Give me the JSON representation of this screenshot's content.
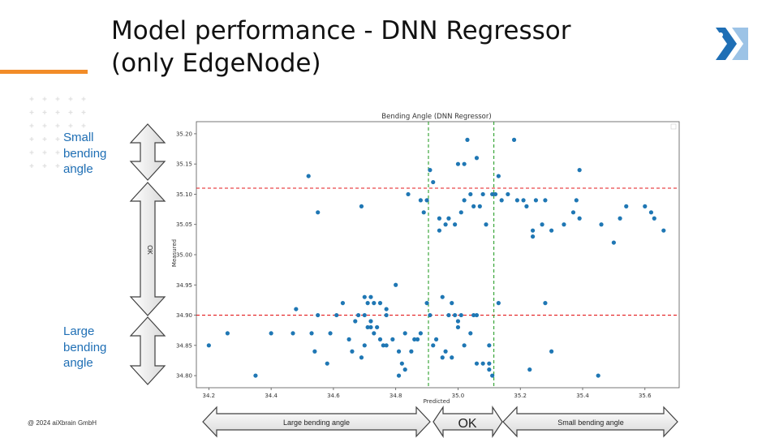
{
  "slide": {
    "title_line1": "Model performance - DNN Regressor",
    "title_line2": "(only EdgeNode)",
    "footer": "@ 2024 aiXbrain GmbH",
    "accent_color": "#f28c28",
    "label_color": "#1f6fb5",
    "logo_icon": "aixbrain-x-logo"
  },
  "side_labels": {
    "small": [
      "Small",
      "bending",
      "angle"
    ],
    "large": [
      "Large",
      "bending",
      "angle"
    ]
  },
  "vertical_arrows": {
    "ok_label": "OK"
  },
  "bottom_arrows": {
    "left_label": "Large bending angle",
    "middle_label": "OK",
    "right_label": "Small bending angle"
  },
  "chart_data": {
    "type": "scatter",
    "title": "Bending Angle (DNN Regressor)",
    "xlabel": "Predicted",
    "ylabel": "Measured",
    "xlim": [
      34.16,
      35.71
    ],
    "ylim": [
      34.78,
      35.22
    ],
    "xticks": [
      "34.2",
      "34.4",
      "34.6",
      "34.8",
      "35.0",
      "35.2",
      "35.4",
      "35.6"
    ],
    "yticks": [
      "35.20",
      "35.15",
      "35.10",
      "35.05",
      "35.00",
      "34.95",
      "34.90",
      "34.85",
      "34.80"
    ],
    "grid": false,
    "point_color": "#1f77b4",
    "threshold_color": "#e31a1c",
    "boundary_color": "#2ca02c",
    "hlines": [
      35.11,
      34.9
    ],
    "vlines": [
      34.905,
      35.115
    ],
    "series": [
      {
        "x": [
          34.2,
          34.26,
          34.35,
          34.4,
          34.47,
          34.48,
          34.52,
          34.53,
          34.54,
          34.55,
          34.55,
          34.58,
          34.59,
          34.61,
          34.63,
          34.65,
          34.66,
          34.67,
          34.68,
          34.69,
          34.7,
          34.7,
          34.7,
          34.71,
          34.71,
          34.72,
          34.72,
          34.73,
          34.73,
          34.74,
          34.75,
          34.75,
          34.76,
          34.77,
          34.77,
          34.79,
          34.8,
          34.81,
          34.81,
          34.82,
          34.83,
          34.83,
          34.84,
          34.85,
          34.86,
          34.87,
          34.88,
          34.88,
          34.89,
          34.9,
          34.9,
          34.91,
          34.91,
          34.92,
          34.92,
          34.93,
          34.94,
          34.94,
          34.95,
          34.95,
          34.96,
          34.96,
          34.97,
          34.97,
          34.98,
          34.98,
          34.99,
          34.99,
          35.0,
          35.0,
          35.01,
          35.01,
          35.02,
          35.02,
          35.02,
          35.03,
          35.04,
          35.05,
          35.05,
          35.06,
          35.06,
          35.07,
          35.08,
          35.08,
          35.09,
          35.1,
          35.1,
          35.11,
          35.11,
          35.13,
          35.13,
          35.14,
          35.16,
          35.18,
          35.19,
          35.21,
          35.22,
          35.23,
          35.24,
          35.24,
          35.25,
          35.27,
          35.28,
          35.28,
          35.3,
          35.3,
          35.34,
          35.37,
          35.38,
          35.39,
          35.39,
          35.45,
          35.46,
          35.5,
          35.52,
          35.54,
          35.6,
          35.62,
          35.63,
          35.66,
          34.69,
          34.72,
          34.77,
          35.0,
          35.04,
          35.06,
          35.1,
          35.12
        ],
        "y": [
          34.85,
          34.87,
          34.8,
          34.87,
          34.87,
          34.91,
          35.13,
          34.87,
          34.84,
          35.07,
          34.9,
          34.82,
          34.87,
          34.9,
          34.92,
          34.86,
          34.84,
          34.89,
          34.9,
          35.08,
          34.85,
          34.93,
          34.9,
          34.88,
          34.92,
          34.93,
          34.89,
          34.87,
          34.92,
          34.88,
          34.86,
          34.92,
          34.85,
          34.85,
          34.91,
          34.86,
          34.95,
          34.84,
          34.8,
          34.82,
          34.87,
          34.81,
          35.1,
          34.84,
          34.86,
          34.86,
          35.09,
          34.87,
          35.07,
          34.92,
          35.09,
          35.14,
          34.9,
          35.12,
          34.85,
          34.86,
          35.06,
          35.04,
          34.83,
          34.93,
          35.05,
          34.84,
          35.06,
          34.9,
          34.92,
          34.83,
          35.05,
          34.9,
          35.15,
          34.88,
          35.07,
          34.9,
          34.85,
          35.15,
          35.09,
          35.19,
          35.1,
          35.08,
          34.9,
          35.16,
          34.82,
          35.08,
          35.1,
          34.82,
          35.05,
          34.85,
          34.82,
          35.1,
          34.8,
          35.13,
          34.92,
          35.09,
          35.1,
          35.19,
          35.09,
          35.09,
          35.08,
          34.81,
          35.04,
          35.03,
          35.09,
          35.05,
          35.09,
          34.92,
          34.84,
          35.04,
          35.05,
          35.07,
          35.09,
          35.06,
          35.14,
          34.8,
          35.05,
          35.02,
          35.06,
          35.08,
          35.08,
          35.07,
          35.06,
          35.04,
          34.83,
          34.88,
          34.9,
          34.89,
          34.87,
          34.9,
          34.81,
          35.1
        ]
      }
    ]
  }
}
